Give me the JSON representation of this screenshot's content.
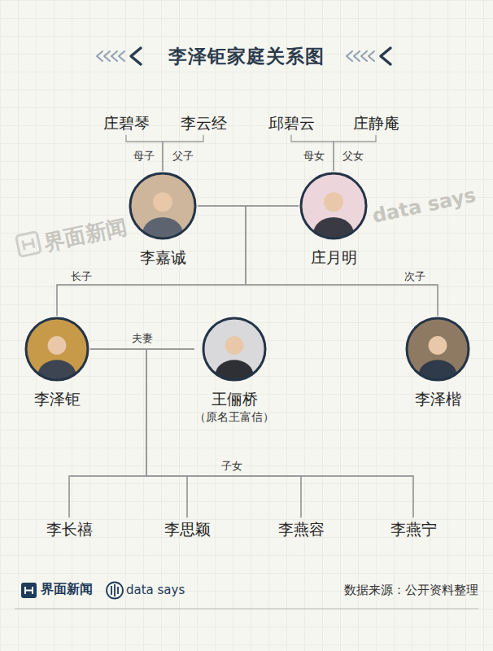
{
  "diagram": {
    "title": "李泽钜家庭关系图",
    "nodes": [
      {
        "text": [
          "庄碧琴"
        ]
      },
      {
        "text": [
          "李云经"
        ]
      },
      {
        "text": [
          "邱碧云"
        ]
      },
      {
        "text": [
          "庄静庵"
        ]
      },
      {
        "text": [
          "李嘉诚"
        ]
      },
      {
        "text": [
          "庄月明"
        ]
      },
      {
        "text": [
          "李泽钜"
        ]
      },
      {
        "text": [
          "王俪桥",
          "（原名王富信）"
        ]
      },
      {
        "text": [
          "李泽楷"
        ]
      },
      {
        "text": [
          "李长禧"
        ]
      },
      {
        "text": [
          "李思颖"
        ]
      },
      {
        "text": [
          "李燕容"
        ]
      },
      {
        "text": [
          "李燕宁"
        ]
      }
    ],
    "edges": [
      {
        "from": 0,
        "to": 4,
        "label": "母子",
        "arrow": "none"
      },
      {
        "from": 1,
        "to": 4,
        "label": "父子",
        "arrow": "none"
      },
      {
        "from": 2,
        "to": 5,
        "label": "母女",
        "arrow": "none"
      },
      {
        "from": 3,
        "to": 5,
        "label": "父女",
        "arrow": "none"
      },
      {
        "from": 4,
        "to": 5,
        "arrow": "none"
      },
      {
        "from": 4,
        "to": 6,
        "label": "长子",
        "arrow": "none"
      },
      {
        "from": 4,
        "to": 8,
        "arrow": "none"
      },
      {
        "from": 5,
        "to": 6,
        "arrow": "none"
      },
      {
        "from": 5,
        "to": 8,
        "label": "次子",
        "arrow": "none"
      },
      {
        "from": 6,
        "to": 7,
        "label": "夫妻",
        "arrow": "none"
      },
      {
        "from": 6,
        "to": 9,
        "label": "子女",
        "arrow": "none"
      },
      {
        "from": 6,
        "to": 10,
        "arrow": "none"
      },
      {
        "from": 6,
        "to": 11,
        "arrow": "none"
      },
      {
        "from": 6,
        "to": 12,
        "arrow": "none"
      },
      {
        "from": 7,
        "to": 9,
        "arrow": "none"
      },
      {
        "from": 7,
        "to": 10,
        "arrow": "none"
      },
      {
        "from": 7,
        "to": 11,
        "arrow": "none"
      },
      {
        "from": 7,
        "to": 12,
        "arrow": "none"
      }
    ],
    "labels": [
      "界面新闻",
      "data says",
      "界面新闻",
      "data says",
      "数据来源：公开资料整理"
    ]
  }
}
